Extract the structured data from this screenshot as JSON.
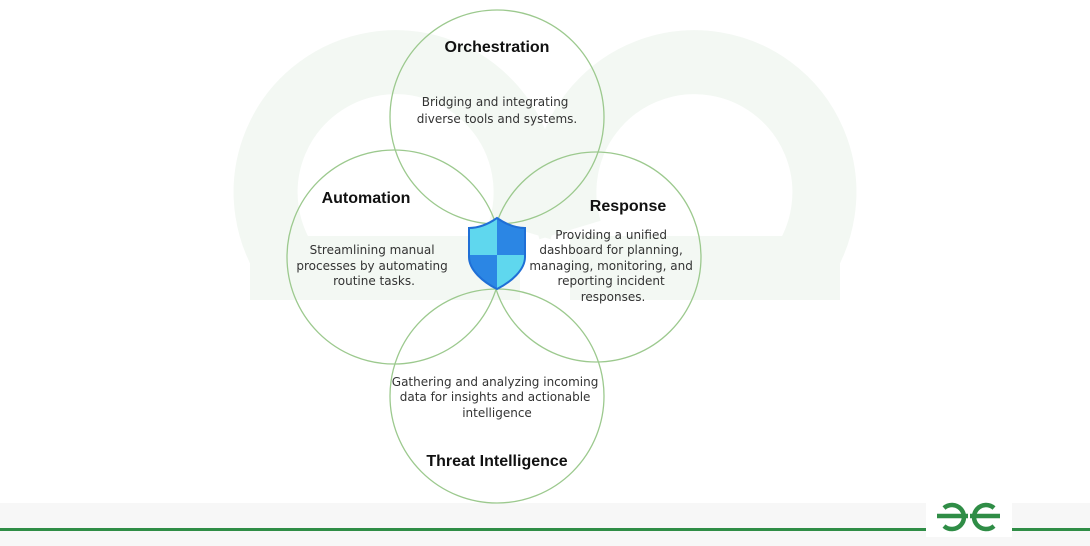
{
  "colors": {
    "ring_stroke": "#9cc98e",
    "watermark": "#f3f8f3",
    "footer_band": "#f7f7f7",
    "footer_line": "#2f8d46",
    "logo_green": "#2f8d46",
    "shield_light": "#5fd7ee",
    "shield_dark": "#2b86e4",
    "shield_outline": "#1f6fd6"
  },
  "icons": {
    "center": "shield-icon",
    "logo": "geeksforgeeks-logo-icon"
  },
  "diagram": {
    "orchestration": {
      "title": "Orchestration",
      "lines": [
        "Bridging and integrating",
        "diverse tools and systems."
      ]
    },
    "automation": {
      "title": "Automation",
      "lines": [
        "Streamlining manual",
        "processes by automating",
        "routine tasks."
      ]
    },
    "response": {
      "title": "Response",
      "lines": [
        "Providing a unified",
        "dashboard for planning,",
        "managing, monitoring, and",
        "reporting incident",
        "responses."
      ]
    },
    "threat_intelligence": {
      "title": "Threat Intelligence",
      "lines": [
        "Gathering and analyzing incoming",
        "data for insights and actionable",
        "intelligence"
      ]
    }
  }
}
